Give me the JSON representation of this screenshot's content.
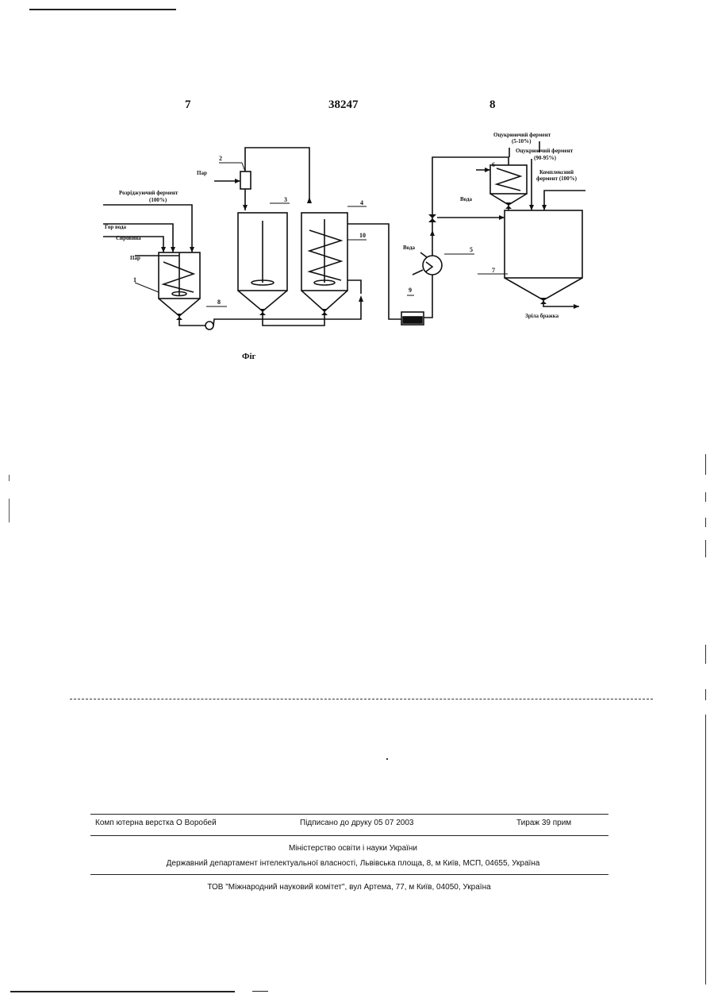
{
  "header": {
    "page_left": "7",
    "patent_number": "38247",
    "page_right": "8"
  },
  "figure": {
    "caption": "Фіг",
    "labels": {
      "sugar_enzyme_small": "Оцукрюючий фермент",
      "sugar_enzyme_small_pct": "(5-10%)",
      "sugar_enzyme_big": "Оцукрюючий фермент",
      "sugar_enzyme_big_pct": "(90-95%)",
      "complex_enzyme": "Комплексний",
      "complex_enzyme_2": "фермент (100%)",
      "water_right": "Вода",
      "water_cooler": "Вода",
      "steam_top": "Пар",
      "liquefying_enzyme": "Розріджуючий фермент",
      "liquefying_enzyme_pct": "(100%)",
      "hot_water": "Гор вода",
      "raw_material": "Сировина",
      "steam_left": "Пар",
      "mature_mash": "Зріла бражка"
    },
    "numbers": [
      "1",
      "2",
      "3",
      "4",
      "5",
      "6",
      "7",
      "8",
      "9",
      "10"
    ]
  },
  "footer": {
    "typesetting": "Комп ютерна верстка О  Воробей",
    "signed": "Підписано до друку 05 07 2003",
    "circulation": "Тираж 39 прим",
    "ministry": "Міністерство освіти і науки України",
    "department": "Державний департамент інтелектуальної власності, Львівська площа, 8, м  Київ, МСП, 04655, Україна",
    "publisher": "ТОВ \"Міжнародний науковий комітет\", вул  Артема, 77, м  Київ, 04050, Україна"
  }
}
